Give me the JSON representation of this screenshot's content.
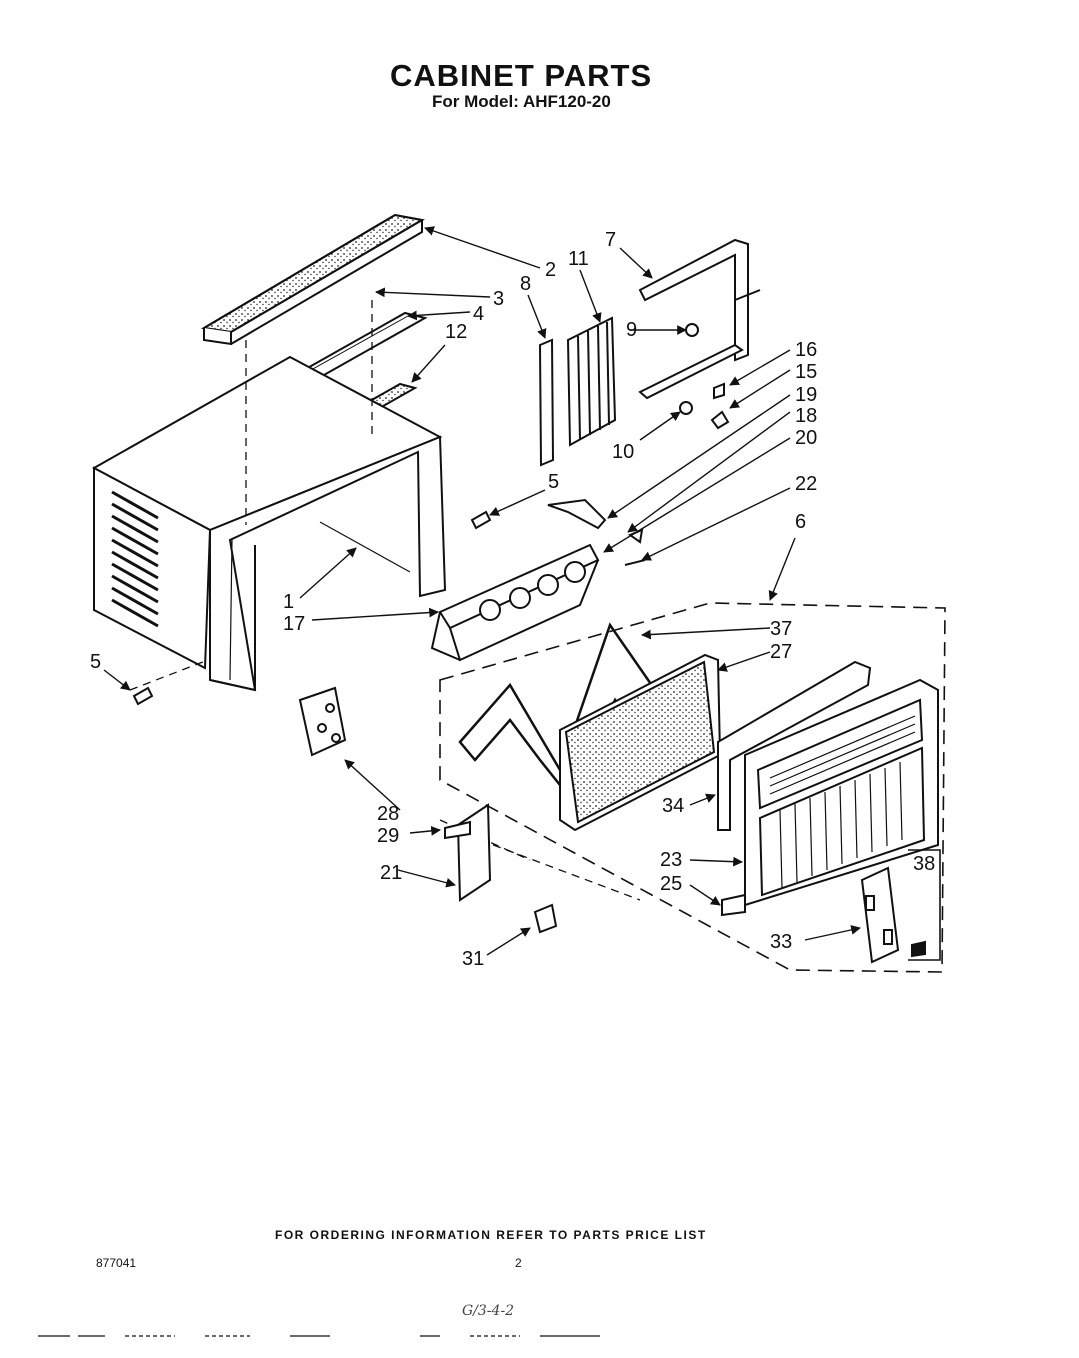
{
  "header": {
    "title": "CABINET PARTS",
    "subtitle": "For Model: AHF120-20"
  },
  "footer": {
    "ordering_note": "FOR ORDERING INFORMATION REFER TO PARTS PRICE LIST",
    "doc_code": "877041",
    "page_number": "2",
    "handwritten_note": "G/3-4-2"
  },
  "callouts": [
    {
      "id": "2",
      "label": "2"
    },
    {
      "id": "3",
      "label": "3"
    },
    {
      "id": "4",
      "label": "4"
    },
    {
      "id": "12",
      "label": "12"
    },
    {
      "id": "8",
      "label": "8"
    },
    {
      "id": "11",
      "label": "11"
    },
    {
      "id": "7",
      "label": "7"
    },
    {
      "id": "9",
      "label": "9"
    },
    {
      "id": "16",
      "label": "16"
    },
    {
      "id": "15",
      "label": "15"
    },
    {
      "id": "19",
      "label": "19"
    },
    {
      "id": "18",
      "label": "18"
    },
    {
      "id": "20",
      "label": "20"
    },
    {
      "id": "10",
      "label": "10"
    },
    {
      "id": "5a",
      "label": "5"
    },
    {
      "id": "22",
      "label": "22"
    },
    {
      "id": "6",
      "label": "6"
    },
    {
      "id": "1",
      "label": "1"
    },
    {
      "id": "17",
      "label": "17"
    },
    {
      "id": "37",
      "label": "37"
    },
    {
      "id": "27",
      "label": "27"
    },
    {
      "id": "5b",
      "label": "5"
    },
    {
      "id": "28",
      "label": "28"
    },
    {
      "id": "29",
      "label": "29"
    },
    {
      "id": "21",
      "label": "21"
    },
    {
      "id": "34",
      "label": "34"
    },
    {
      "id": "23",
      "label": "23"
    },
    {
      "id": "25",
      "label": "25"
    },
    {
      "id": "38",
      "label": "38"
    },
    {
      "id": "33",
      "label": "33"
    },
    {
      "id": "31",
      "label": "31"
    }
  ]
}
